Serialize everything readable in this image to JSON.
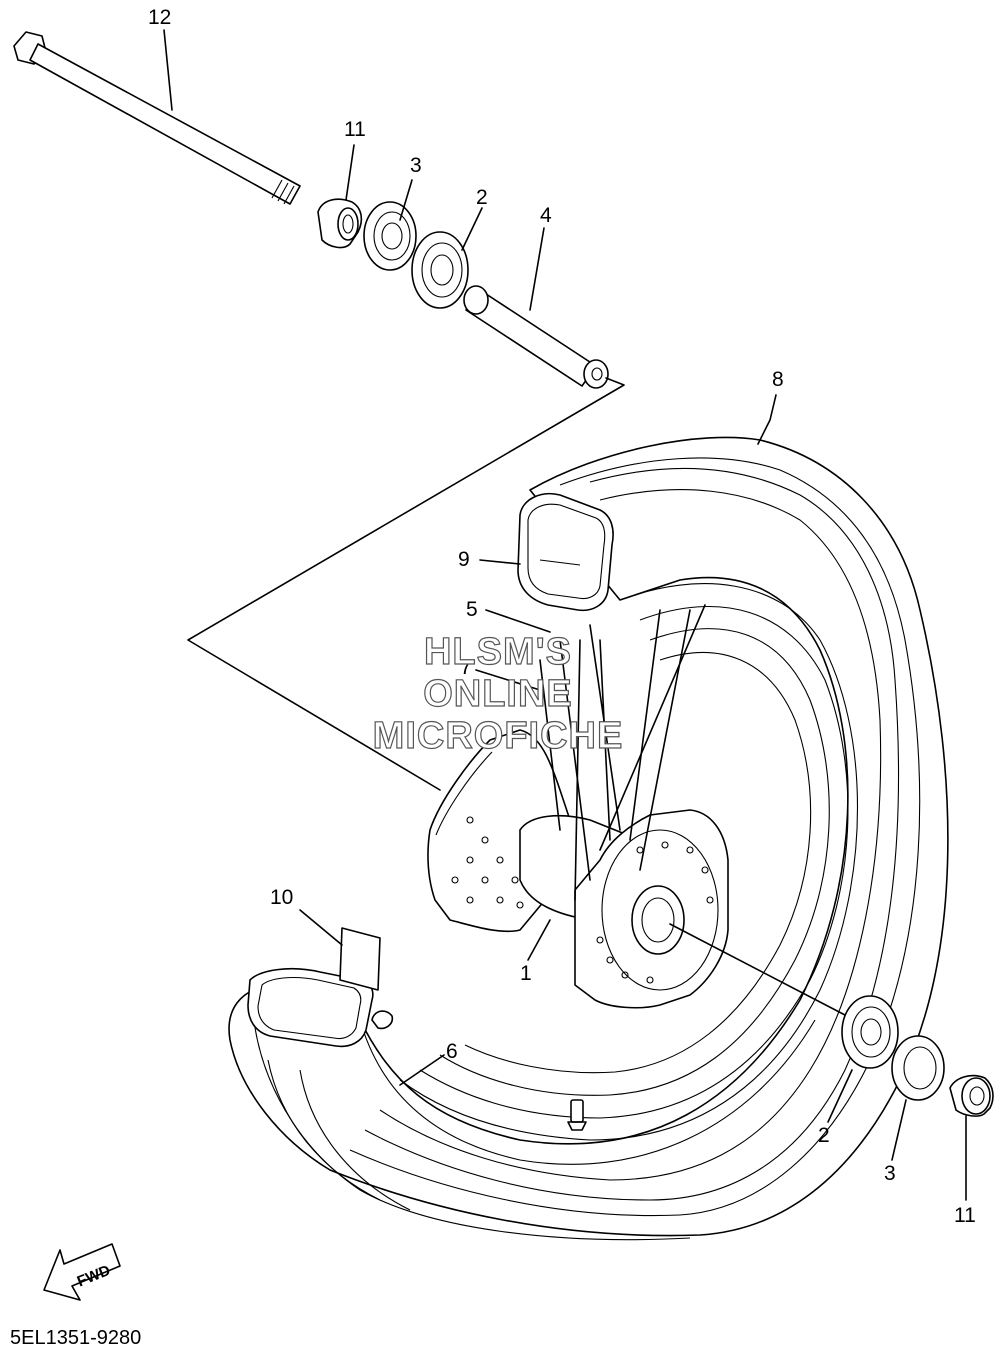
{
  "diagram": {
    "reference_code": "5EL1351-9280",
    "forward_label": "FWD",
    "watermark": [
      "HLSM'S",
      "ONLINE",
      "MICROFICHE"
    ],
    "callouts": [
      {
        "id": "c12",
        "label": "12"
      },
      {
        "id": "c11a",
        "label": "11"
      },
      {
        "id": "c3a",
        "label": "3"
      },
      {
        "id": "c2a",
        "label": "2"
      },
      {
        "id": "c4",
        "label": "4"
      },
      {
        "id": "c8",
        "label": "8"
      },
      {
        "id": "c9",
        "label": "9"
      },
      {
        "id": "c5",
        "label": "5"
      },
      {
        "id": "c7",
        "label": "7"
      },
      {
        "id": "c10",
        "label": "10"
      },
      {
        "id": "c1",
        "label": "1"
      },
      {
        "id": "c6",
        "label": "6"
      },
      {
        "id": "c2b",
        "label": "2"
      },
      {
        "id": "c3b",
        "label": "3"
      },
      {
        "id": "c11b",
        "label": "11"
      }
    ]
  }
}
